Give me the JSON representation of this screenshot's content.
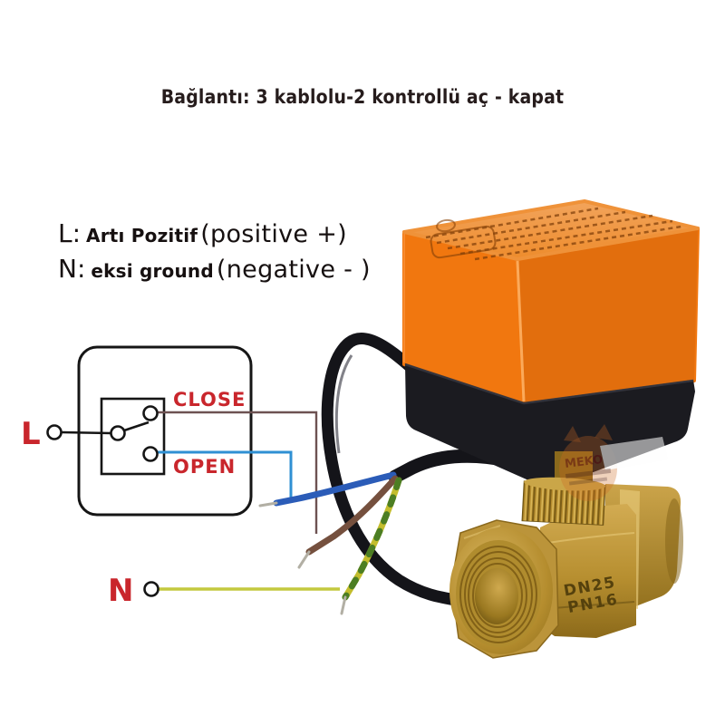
{
  "title": "Bağlantı: 3 kablolu-2 kontrollü aç - kapat",
  "legend": {
    "line1": {
      "terminal": "L:",
      "label_tr": "Artı Pozitif",
      "label_en": "(positive +)"
    },
    "line2": {
      "terminal": "N:",
      "label_tr": "eksi ground",
      "label_en": "(negative - )"
    }
  },
  "wiring_diagram": {
    "live_terminal_label": "L",
    "neutral_terminal_label": "N",
    "close_label": "CLOSE",
    "open_label": "OPEN",
    "colors": {
      "label_red": "#c9262c",
      "outline_black": "#151515",
      "close_wire_brown": "#6d5252",
      "open_wire_blue": "#2f90d3",
      "neutral_wire_yellow": "#c3c93e"
    }
  },
  "product_photo": {
    "valve_marking_line1": "DN25",
    "valve_marking_line2": "PN16",
    "watermark_text": "MEKO",
    "colors": {
      "actuator_orange": "#f1770f",
      "actuator_orange_top": "#f09a44",
      "actuator_base_black": "#1b1b20",
      "cable_black": "#141419",
      "brass": "#bb943a",
      "wire_blue": "#2b5cb8",
      "wire_brown": "#75503e",
      "wire_yellow": "#c3bd2d",
      "wire_green": "#4c7e23",
      "bare_wire_tip": "#b2afa4"
    }
  }
}
